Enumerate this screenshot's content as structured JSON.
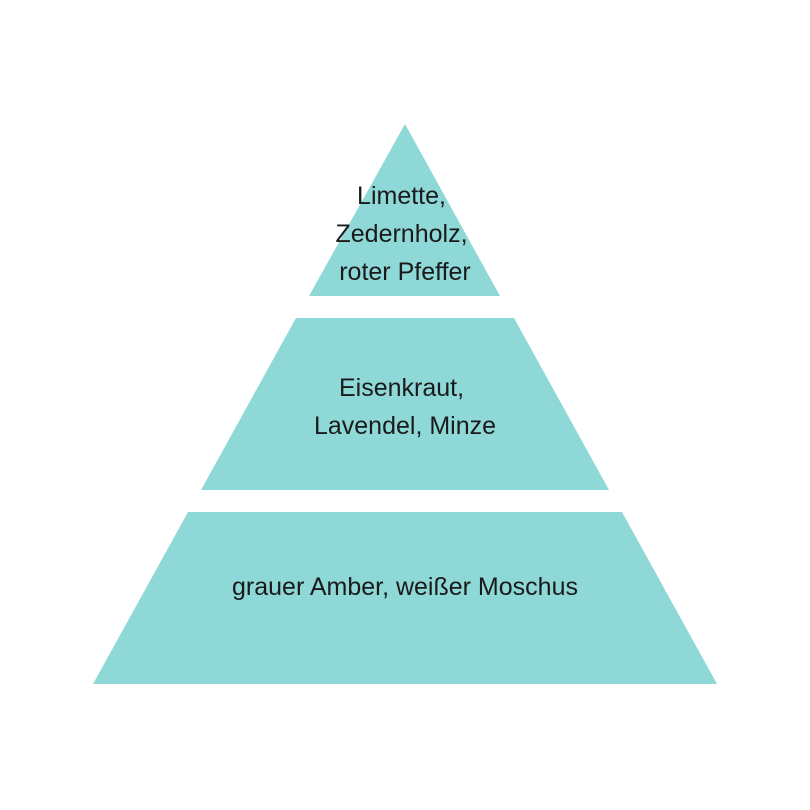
{
  "colors": {
    "background": "#ffffff",
    "tier_fill": "#8ed8d8",
    "text": "#1a1a1a"
  },
  "pyramid": {
    "tiers": [
      {
        "lines": [
          "Limette,",
          "Zedernholz,",
          "roter Pfeffer"
        ]
      },
      {
        "lines": [
          "Eisenkraut,",
          "Lavendel, Minze"
        ]
      },
      {
        "lines": [
          "grauer Amber, weißer Moschus"
        ]
      }
    ]
  }
}
